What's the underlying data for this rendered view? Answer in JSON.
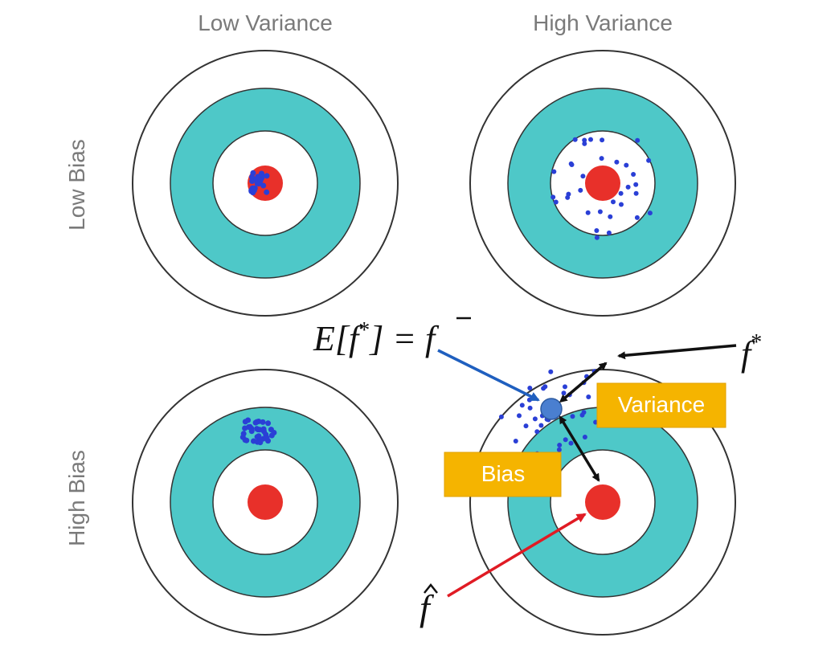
{
  "labels": {
    "col_low_variance": "Low Variance",
    "col_high_variance": "High Variance",
    "row_low_bias": "Low Bias",
    "row_high_bias": "High Bias"
  },
  "annotations": {
    "expectation_lhs": "E[f",
    "expectation_star": "*",
    "expectation_rhs": "] = f",
    "f_star": "f",
    "f_star_sup": "*",
    "f_hat": "f",
    "variance_box": "Variance",
    "bias_box": "Bias"
  },
  "colors": {
    "ring_fill": "#4ec8c8",
    "ring_stroke": "#333333",
    "bullseye": "#e8302a",
    "dot": "#2a3fd6",
    "mean_point": "#4a7fd0",
    "label_gray": "#7a7a7a",
    "box_fill": "#f5b400",
    "arrow_blue": "#1f5fbf",
    "arrow_red": "#e01b24",
    "arrow_black": "#111111"
  }
}
